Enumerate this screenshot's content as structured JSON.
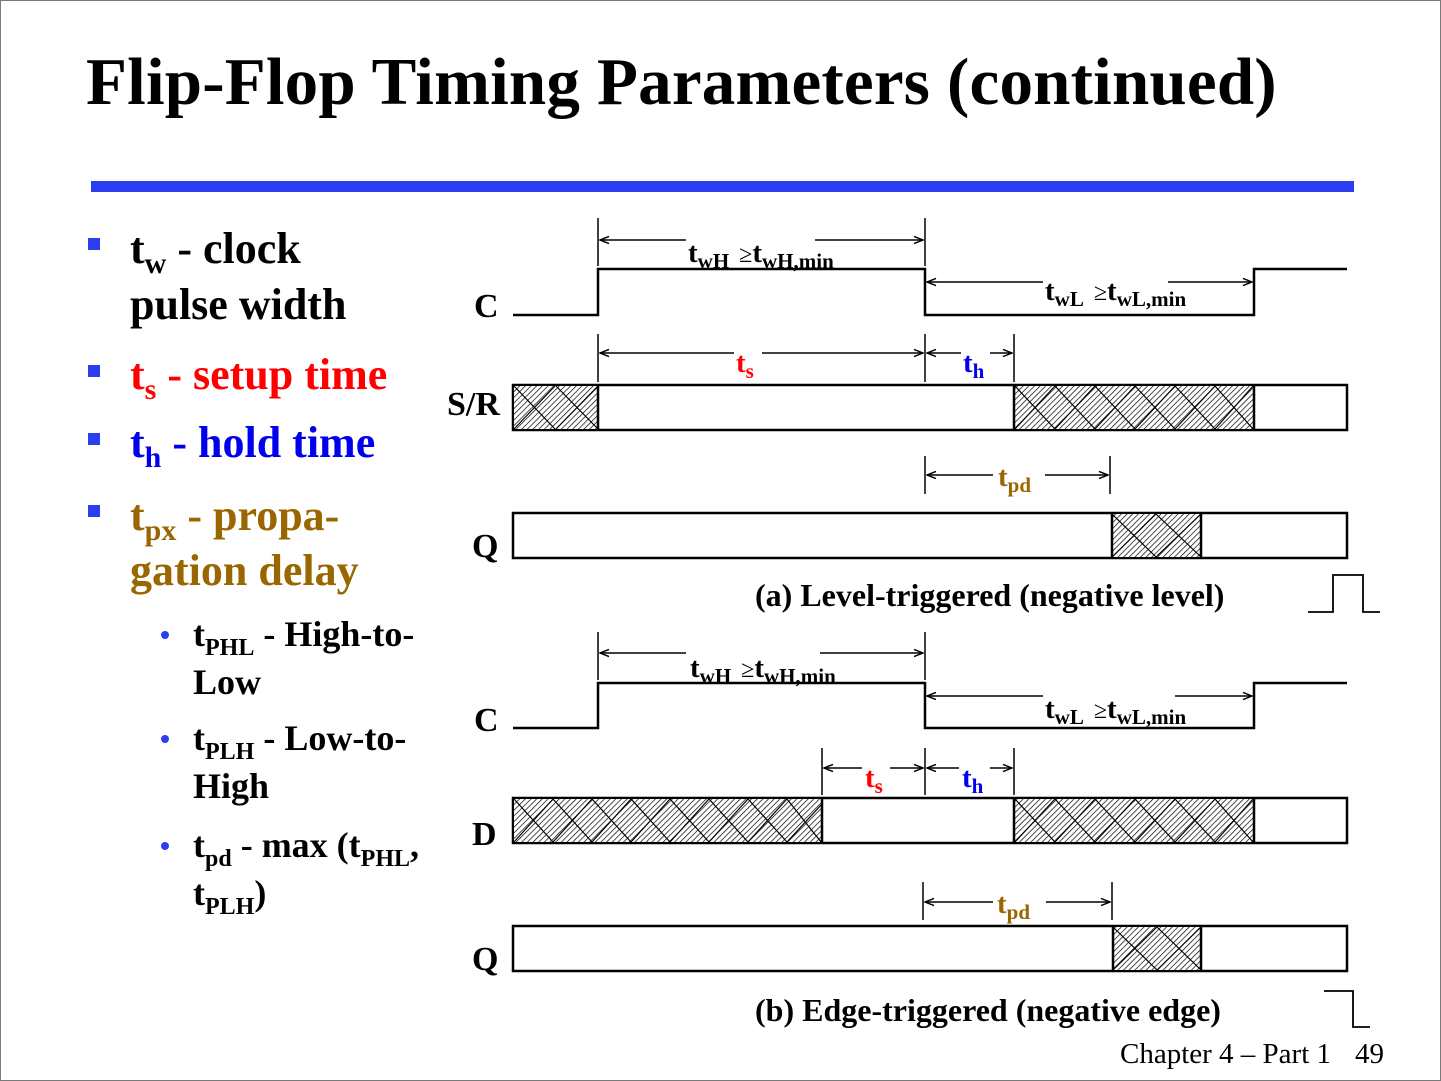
{
  "title": "Flip-Flop Timing Parameters (continued)",
  "bullets": [
    {
      "t": "t",
      "sub": "w",
      "rest": " - clock",
      "cont": "pulse width",
      "color": "#000000"
    },
    {
      "t": "t",
      "sub": "s",
      "rest": " - setup time",
      "color": "#ff0000"
    },
    {
      "t": "t",
      "sub": "h",
      "rest": " - hold time",
      "color": "#0000ee"
    },
    {
      "t": "t",
      "sub": "px",
      "rest": " - propa-",
      "cont": "gation delay",
      "color": "#996600"
    }
  ],
  "sub_bullets": [
    {
      "t": "t",
      "sub": "PHL",
      "rest": " - High-to-",
      "cont": "Low"
    },
    {
      "t": "t",
      "sub": "PLH",
      "rest": " - Low-to-",
      "cont": "High"
    },
    {
      "t": "t",
      "sub": "pd",
      "rest": " - max (t",
      "sub2": "PHL",
      "rest2": ",",
      "cont_t": "t",
      "cont_sub": "PLH",
      "cont_rest": ")"
    }
  ],
  "diagram": {
    "a": {
      "caption": "(a) Level-triggered (negative level)",
      "signals": {
        "c": "C",
        "sr": "S/R",
        "q": "Q"
      },
      "twh": {
        "t": "t",
        "sub": "wH",
        "ge": "≥",
        "t2": "t",
        "sub2": "wH,min"
      },
      "twl": {
        "t": "t",
        "sub": "wL",
        "ge": "≥",
        "t2": "t",
        "sub2": "wL,min"
      },
      "ts": {
        "t": "t",
        "sub": "s"
      },
      "th": {
        "t": "t",
        "sub": "h"
      },
      "tpd": {
        "t": "t",
        "sub": "pd"
      }
    },
    "b": {
      "caption": "(b) Edge-triggered (negative edge)",
      "signals": {
        "c": "C",
        "d": "D",
        "q": "Q"
      },
      "twh": {
        "t": "t",
        "sub": "wH",
        "ge": "≥",
        "t2": "t",
        "sub2": "wH,min"
      },
      "twl": {
        "t": "t",
        "sub": "wL",
        "ge": "≥",
        "t2": "t",
        "sub2": "wL,min"
      },
      "ts": {
        "t": "t",
        "sub": "s"
      },
      "th": {
        "t": "t",
        "sub": "h"
      },
      "tpd": {
        "t": "t",
        "sub": "pd"
      }
    },
    "colors": {
      "setup": "#ff0000",
      "hold": "#0000ee",
      "propagation": "#996600",
      "accent": "#2b3ff0"
    }
  },
  "footer": {
    "chapter": "Chapter 4 – Part 1",
    "page": "49"
  }
}
